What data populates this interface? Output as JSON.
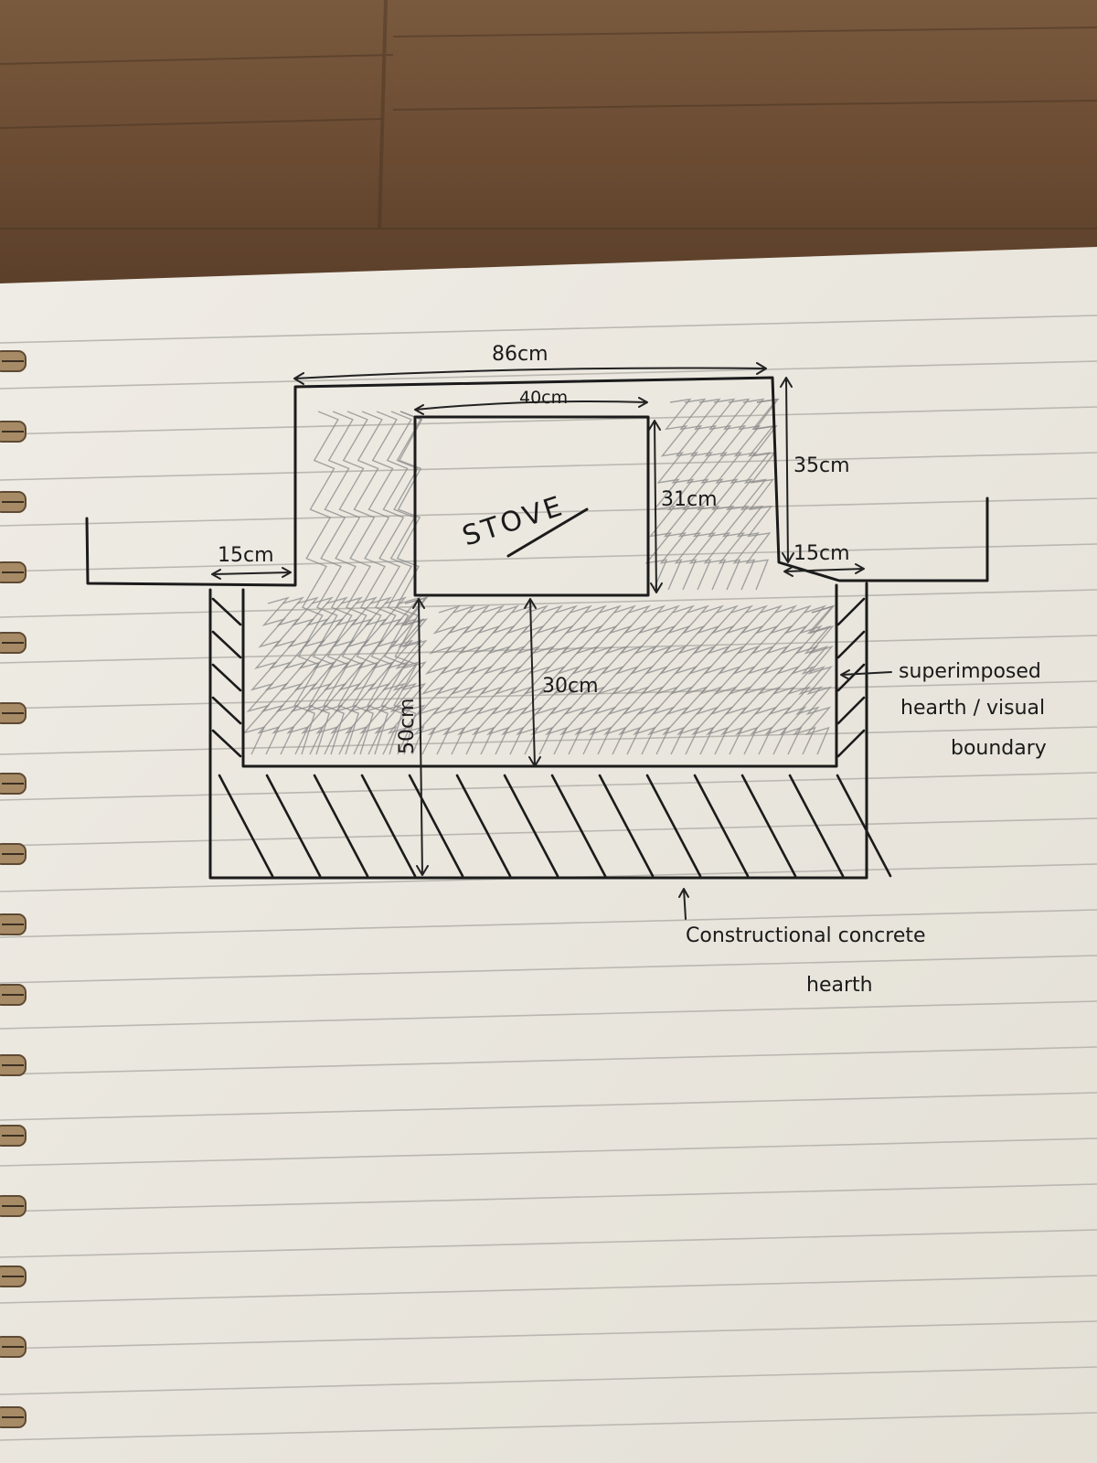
{
  "diagram": {
    "labels": {
      "overall_width": "86cm",
      "stove_width": "40cm",
      "recess_depth": "35cm",
      "stove_depth": "31cm",
      "side_left": "15cm",
      "side_right": "15cm",
      "front_gap": "30cm",
      "hearth_depth": "50cm",
      "stove": "STOVE",
      "superimposed_line1": "superimposed",
      "superimposed_line2": "hearth / visual",
      "superimposed_line3": "boundary",
      "constructional_line1": "Constructional concrete",
      "constructional_line2": "hearth"
    }
  }
}
